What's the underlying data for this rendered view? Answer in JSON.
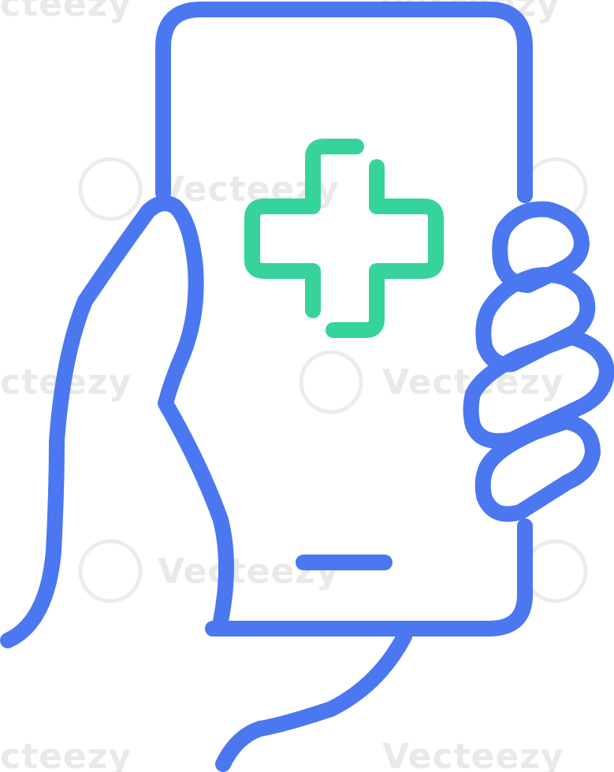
{
  "illustration": {
    "subject": "hand holding smartphone with medical cross",
    "colors": {
      "outline": "#4b78f0",
      "cross": "#36d39a",
      "background": "#ffffff",
      "watermark": "#e9e9e9"
    },
    "icons": [
      "hand-icon",
      "smartphone-icon",
      "medical-cross-icon"
    ]
  },
  "watermark": {
    "text": "Vecteezy",
    "fragment_left": "cteezy"
  }
}
